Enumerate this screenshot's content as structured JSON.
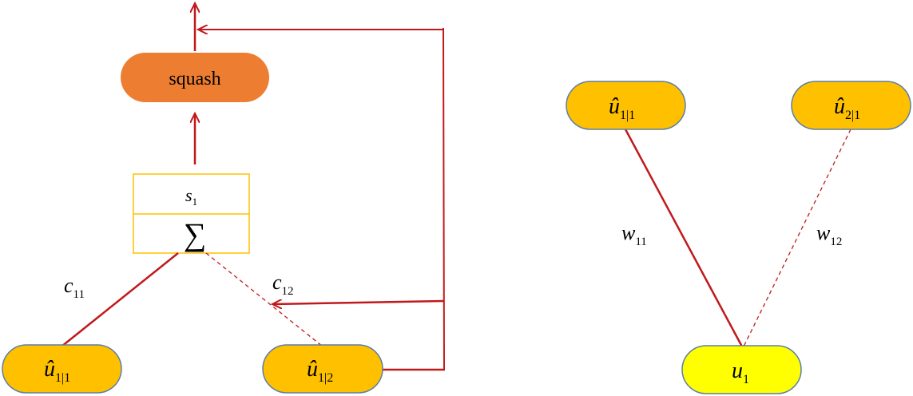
{
  "colors": {
    "arrow": "#c0191c",
    "node_orange": "#ffc000",
    "node_squash": "#ed7d31",
    "node_yellow": "#ffff00",
    "sum_box_border": "#ffc000"
  },
  "left": {
    "squash": {
      "label": "squash"
    },
    "sum_box": {
      "top_label": {
        "main": "s",
        "sub": "1"
      },
      "bottom_label": "∑"
    },
    "inputs": [
      {
        "main": "û",
        "sub": "1|1"
      },
      {
        "main": "û",
        "sub": "1|2"
      }
    ],
    "coefficients": [
      {
        "main": "c",
        "sub": "11"
      },
      {
        "main": "c",
        "sub": "12"
      }
    ]
  },
  "right": {
    "inputs": [
      {
        "main": "û",
        "sub": "1|1"
      },
      {
        "main": "û",
        "sub": "2|1"
      }
    ],
    "output": {
      "main": "u",
      "sub": "1"
    },
    "weights": [
      {
        "main": "w",
        "sub": "11"
      },
      {
        "main": "w",
        "sub": "12"
      }
    ]
  }
}
